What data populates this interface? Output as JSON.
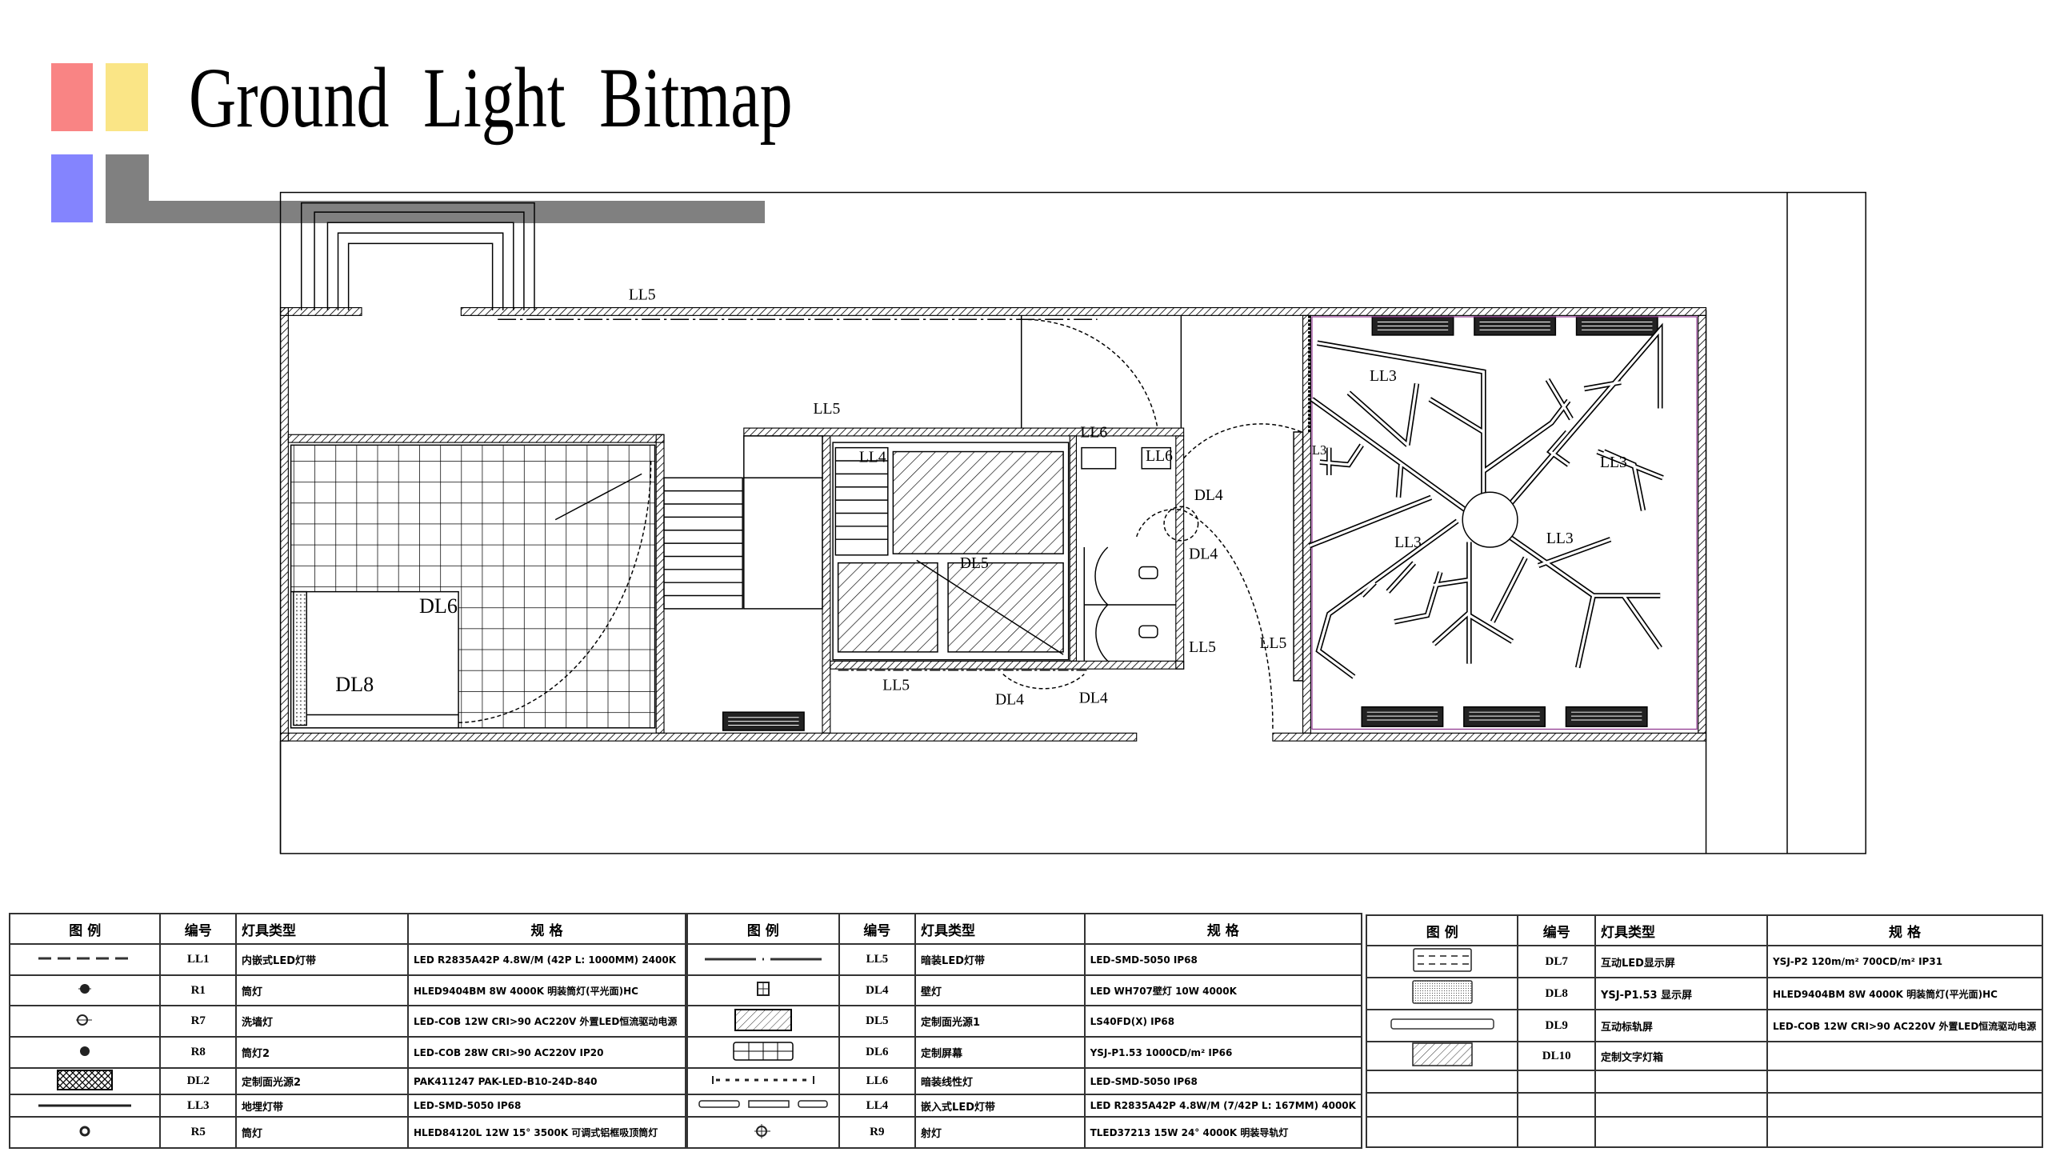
{
  "header": {
    "title": "Ground Light Bitmap",
    "colors": {
      "red": "#F98484",
      "yellow": "#FAE586",
      "blue": "#8484FE",
      "gray": "#808080"
    }
  },
  "plan": {
    "labels": [
      "LL5",
      "LL5",
      "LL6",
      "LL4",
      "LL6",
      "DL4",
      "DL4",
      "DL5",
      "DL6",
      "DL8",
      "LL5",
      "LL5",
      "LL5",
      "DL4",
      "DL4",
      "LL3",
      "LL3",
      "LL3",
      "LL3",
      "L3"
    ]
  },
  "legend_headers": {
    "symbol": "图 例",
    "code": "编号",
    "type": "灯具类型",
    "spec": "规 格"
  },
  "legend_tables": [
    {
      "rows": [
        {
          "symbol": "dashed-line",
          "code": "LL1",
          "type": "内嵌式LED灯带",
          "spec": "LED R2835A42P 4.8W/M (42P L: 1000MM) 2400K"
        },
        {
          "symbol": "downlight-circle",
          "code": "R1",
          "type": "筒灯",
          "spec": "HLED9404BM 8W 4000K 明装筒灯(平光面)HC"
        },
        {
          "symbol": "wall-washer",
          "code": "R7",
          "type": "洗墙灯",
          "spec": "LED-COB 12W CRI>90 AC220V 外置LED恒流驱动电源"
        },
        {
          "symbol": "downlight-circle",
          "code": "R8",
          "type": "筒灯2",
          "spec": "LED-COB 28W CRI>90 AC220V IP20"
        },
        {
          "symbol": "crosshatch",
          "code": "DL2",
          "type": "定制面光源2",
          "spec": "PAK411247 PAK-LED-B10-24D-840"
        },
        {
          "symbol": "solid-line",
          "code": "LL3",
          "type": "地埋灯带",
          "spec": "LED-SMD-5050 IP68"
        },
        {
          "symbol": "ring",
          "code": "R5",
          "type": "筒灯",
          "spec": "HLED84120L 12W 15°  3500K 可调式铝框吸顶筒灯"
        }
      ]
    },
    {
      "rows": [
        {
          "symbol": "dash-dot-line",
          "code": "LL5",
          "type": "暗装LED灯带",
          "spec": "LED-SMD-5050 IP68"
        },
        {
          "symbol": "square-grid",
          "code": "DL4",
          "type": "壁灯",
          "spec": "LED WH707壁灯 10W 4000K"
        },
        {
          "symbol": "hatch",
          "code": "DL5",
          "type": "定制面光源1",
          "spec": "LS40FD(X) IP68"
        },
        {
          "symbol": "screen",
          "code": "DL6",
          "type": "定制屏幕",
          "spec": "YSJ-P1.53 1000CD/m² IP66"
        },
        {
          "symbol": "dotted-bracket",
          "code": "LL6",
          "type": "暗装线性灯",
          "spec": "LED-SMD-5050 IP68"
        },
        {
          "symbol": "double-strip",
          "code": "LL4",
          "type": "嵌入式LED灯带",
          "spec": "LED R2835A42P 4.8W/M (7/42P L: 167MM) 4000K"
        },
        {
          "symbol": "spot",
          "code": "R9",
          "type": "射灯",
          "spec": "TLED37213 15W 24°  4000K 明装导轨灯"
        }
      ]
    },
    {
      "rows": [
        {
          "symbol": "dashed-box",
          "code": "DL7",
          "type": "互动LED显示屏",
          "spec": "YSJ-P2  120m/m² 700CD/m² IP31"
        },
        {
          "symbol": "dotted-box",
          "code": "DL8",
          "type": "YSJ-P1.53 显示屏",
          "spec": "HLED9404BM 8W 4000K 明装筒灯(平光面)HC"
        },
        {
          "symbol": "bar",
          "code": "DL9",
          "type": "互动标轨屏",
          "spec": "LED-COB 12W CRI>90 AC220V 外置LED恒流驱动电源"
        },
        {
          "symbol": "hatch-box",
          "code": "DL10",
          "type": "定制文字灯箱",
          "spec": ""
        },
        {
          "symbol": "",
          "code": "",
          "type": "",
          "spec": ""
        },
        {
          "symbol": "",
          "code": "",
          "type": "",
          "spec": ""
        },
        {
          "symbol": "",
          "code": "",
          "type": "",
          "spec": ""
        }
      ]
    }
  ]
}
